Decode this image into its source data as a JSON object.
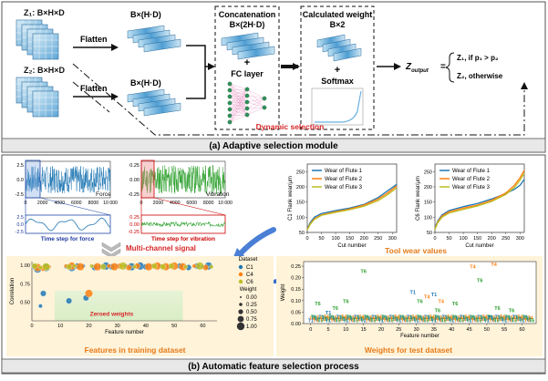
{
  "panel_a": {
    "z1_label": "Z₁: B×H×D",
    "z2_label": "Z₂: B×H×D",
    "flatten_top": "Flatten",
    "flatten_bottom": "Flatten",
    "bhd_top": "B×(H·D)",
    "bhd_bottom": "B×(H·D)",
    "concat_title": "Concatenation",
    "concat_dims": "B×(2H·D)",
    "plus_1": "+",
    "fc_label": "FC layer",
    "weight_title": "Calculated weight",
    "weight_dims": "B×2",
    "plus_2": "+",
    "softmax_label": "Softmax",
    "z_output": "Z",
    "z_output_sub": "output",
    "eq": "=",
    "case1": "Z₁, if p₁ > p₂",
    "case2": "Z₂, otherwise",
    "dynamic": "Dynamic selection",
    "caption": "(a) Adaptive selection module"
  },
  "panel_b": {
    "force_label": "Force",
    "vibration_label": "Vibration",
    "force_yticks": [
      "2.5",
      "0.0",
      "-2.5"
    ],
    "force_xticks": [
      "0",
      "2000",
      "4000",
      "6000",
      "8000",
      "10 000"
    ],
    "vib_yticks": [
      "0.25",
      "0.00",
      "-0.25"
    ],
    "vib_xticks": [
      "0",
      "2000",
      "4000",
      "6000",
      "8000",
      "10 000"
    ],
    "force_zoom_yticks": [
      "2.5",
      "0.0",
      "-2.5"
    ],
    "vib_zoom_yticks": [
      "0.25",
      "0.00",
      "-0.25"
    ],
    "time_force": "Time step for force",
    "time_vibration": "Time step for vibration",
    "multichannel": "Multi-channel signal",
    "tool_wear": "Tool wear values",
    "features_training": "Features in training dataset",
    "weights_test": "Weights for test dataset",
    "caption": "(b) Automatic feature selection process"
  },
  "chart_data": [
    {
      "type": "line",
      "ylabel": "C1 Flank wear/μm",
      "xlabel": "Cut number",
      "xticks": [
        "0",
        "50",
        "100",
        "150",
        "200",
        "250",
        "300"
      ],
      "yticks": [
        "50",
        "100",
        "150",
        "200",
        "250"
      ],
      "xlim": [
        0,
        315
      ],
      "ylim": [
        50,
        275
      ],
      "legend": "top-left",
      "series": [
        {
          "name": "Wear of Flute 1",
          "color": "#1f77b4",
          "x": [
            0,
            10,
            25,
            50,
            100,
            150,
            200,
            250,
            280,
            300,
            315
          ],
          "y": [
            62,
            82,
            100,
            112,
            122,
            130,
            142,
            165,
            185,
            198,
            208
          ]
        },
        {
          "name": "Wear of Flute 2",
          "color": "#ff7f0e",
          "x": [
            0,
            10,
            25,
            50,
            100,
            150,
            200,
            250,
            280,
            300,
            315
          ],
          "y": [
            60,
            78,
            95,
            108,
            118,
            127,
            140,
            160,
            178,
            192,
            203
          ]
        },
        {
          "name": "Wear of Flute 3",
          "color": "#bcbd22",
          "x": [
            0,
            10,
            25,
            50,
            100,
            150,
            200,
            250,
            280,
            300,
            315
          ],
          "y": [
            58,
            76,
            93,
            106,
            116,
            125,
            136,
            155,
            172,
            186,
            197
          ]
        }
      ]
    },
    {
      "type": "line",
      "ylabel": "C6 Flank wear/μm",
      "xlabel": "Cut number",
      "xticks": [
        "0",
        "50",
        "100",
        "150",
        "200",
        "250",
        "300"
      ],
      "yticks": [
        "50",
        "100",
        "150",
        "200",
        "250"
      ],
      "xlim": [
        0,
        315
      ],
      "ylim": [
        50,
        275
      ],
      "legend": "top-left",
      "series": [
        {
          "name": "Wear of Flute 1",
          "color": "#1f77b4",
          "x": [
            0,
            10,
            25,
            50,
            100,
            150,
            200,
            250,
            280,
            300,
            315
          ],
          "y": [
            65,
            88,
            108,
            122,
            135,
            145,
            160,
            178,
            192,
            205,
            225
          ]
        },
        {
          "name": "Wear of Flute 2",
          "color": "#ff7f0e",
          "x": [
            0,
            10,
            25,
            50,
            100,
            150,
            200,
            250,
            280,
            300,
            315
          ],
          "y": [
            62,
            85,
            104,
            118,
            130,
            140,
            156,
            180,
            205,
            230,
            255
          ]
        },
        {
          "name": "Wear of Flute 3",
          "color": "#bcbd22",
          "x": [
            0,
            10,
            25,
            50,
            100,
            150,
            200,
            250,
            280,
            300,
            315
          ],
          "y": [
            60,
            82,
            100,
            114,
            126,
            137,
            152,
            175,
            198,
            222,
            245
          ]
        }
      ]
    },
    {
      "type": "scatter",
      "xlabel": "Feature number",
      "ylabel": "Correlation",
      "xticks": [
        "0",
        "10",
        "20",
        "30",
        "40",
        "50",
        "60"
      ],
      "yticks": [
        "0.50",
        "0.75",
        "1.00"
      ],
      "xlim": [
        0,
        65
      ],
      "ylim": [
        0.25,
        1.05
      ],
      "zoned_label": "Zeroed weights",
      "legend_dataset_title": "Dataset",
      "legend_datasets": [
        {
          "name": "C1",
          "color": "#1f77b4"
        },
        {
          "name": "C4",
          "color": "#ff7f0e"
        },
        {
          "name": "C6",
          "color": "#bcbd22"
        }
      ],
      "legend_weight_title": "Weight",
      "legend_weights": [
        "0.00",
        "0.25",
        "0.50",
        "0.75",
        "1.00"
      ],
      "series": [
        {
          "name": "C1",
          "x": [
            1,
            2,
            3,
            4,
            5,
            12,
            13,
            14,
            16,
            18,
            19,
            22,
            24,
            26,
            28,
            30,
            33,
            35,
            38,
            40,
            42,
            45,
            48,
            52,
            55,
            58,
            60,
            62
          ],
          "y": [
            0.98,
            0.95,
            0.45,
            0.62,
            0.97,
            0.98,
            0.52,
            0.97,
            0.99,
            0.99,
            0.56,
            0.97,
            0.98,
            0.99,
            0.98,
            0.99,
            0.99,
            0.98,
            0.99,
            0.98,
            0.99,
            0.99,
            0.98,
            0.99,
            0.97,
            0.99,
            0.98,
            0.99
          ]
        },
        {
          "name": "C4",
          "x": [
            2,
            4,
            6,
            12,
            14,
            17,
            20,
            23,
            27,
            29,
            31,
            34,
            37,
            41,
            44,
            47,
            50,
            53,
            57,
            61
          ],
          "y": [
            0.97,
            0.96,
            0.98,
            0.99,
            0.99,
            0.98,
            0.62,
            0.98,
            0.99,
            0.98,
            0.99,
            0.97,
            0.99,
            0.98,
            0.99,
            0.98,
            0.99,
            0.98,
            0.99,
            0.97
          ]
        },
        {
          "name": "C6",
          "x": [
            1,
            3,
            5,
            13,
            15,
            21,
            25,
            32,
            36,
            43,
            46,
            49,
            54,
            59,
            63
          ],
          "y": [
            0.99,
            0.97,
            0.98,
            0.98,
            0.99,
            0.99,
            0.98,
            0.99,
            0.98,
            0.99,
            0.98,
            0.99,
            0.98,
            0.99,
            0.98
          ]
        }
      ]
    },
    {
      "type": "scatter",
      "xlabel": "Feature number",
      "ylabel": "Weight",
      "xticks": [
        "0",
        "5",
        "10",
        "15",
        "20",
        "25",
        "30",
        "35",
        "40",
        "45",
        "50",
        "55",
        "60"
      ],
      "yticks": [
        "0.00",
        "0.05",
        "0.10",
        "0.15",
        "0.20",
        "0.25"
      ],
      "xlim": [
        -2,
        64
      ],
      "ylim": [
        0,
        0.27
      ],
      "series": [
        {
          "name": "T1",
          "color": "#1f77b4",
          "x": [
            5,
            29,
            35,
            51
          ],
          "y": [
            0.04,
            0.13,
            0.12,
            0.02
          ]
        },
        {
          "name": "T4",
          "color": "#ff7f0e",
          "x": [
            33,
            37,
            46,
            52
          ],
          "y": [
            0.11,
            0.09,
            0.24,
            0.25
          ]
        },
        {
          "name": "T6",
          "color": "#2ca02c",
          "x": [
            2,
            7,
            10,
            15,
            31,
            36,
            41,
            48,
            53,
            57
          ],
          "y": [
            0.08,
            0.06,
            0.09,
            0.22,
            0.09,
            0.05,
            0.08,
            0.18,
            0.06,
            0.05
          ]
        }
      ]
    }
  ]
}
